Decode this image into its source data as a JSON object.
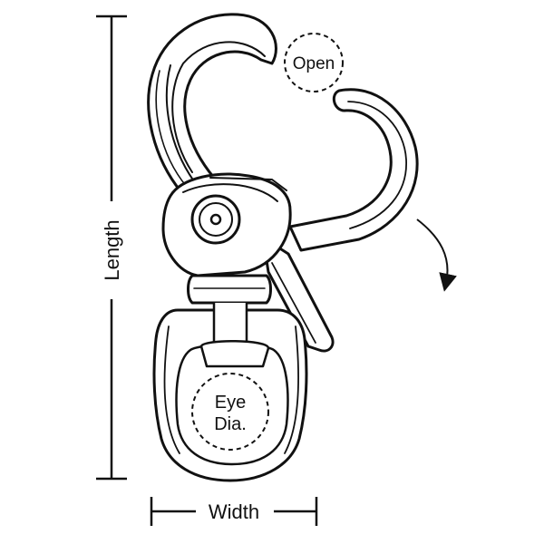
{
  "diagram": {
    "labels": {
      "open": "Open",
      "length": "Length",
      "width": "Width",
      "eye_line1": "Eye",
      "eye_line2": "Dia."
    },
    "colors": {
      "stroke": "#111111",
      "fill": "#ffffff"
    }
  }
}
